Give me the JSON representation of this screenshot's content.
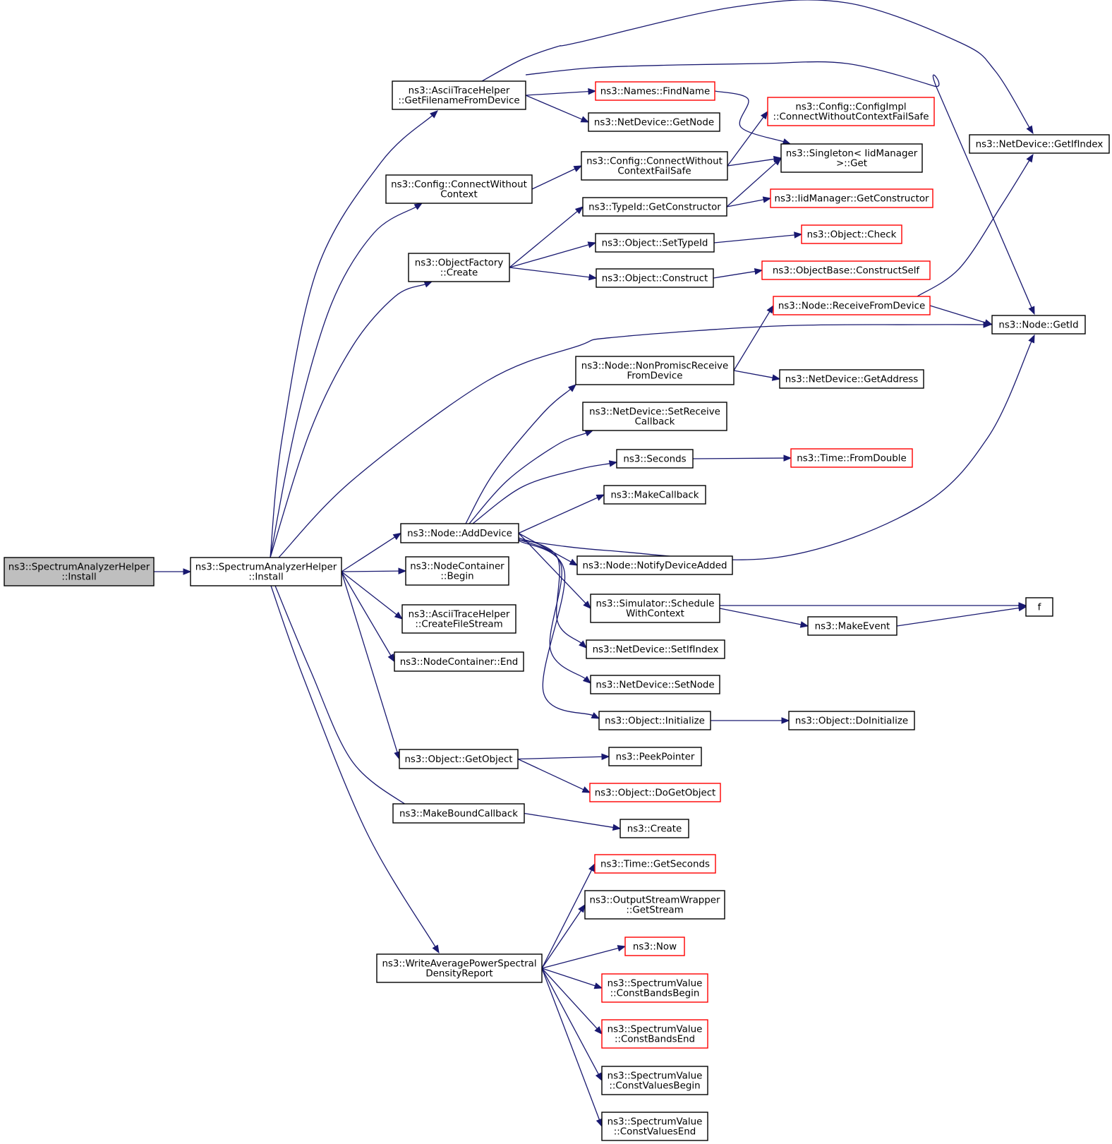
{
  "colors": {
    "edge": "#191970",
    "node_border": "#000000",
    "node_border_truncated": "#ff0000",
    "root_fill": "#bfbfbf",
    "node_fill": "#ffffff"
  },
  "nodes": [
    {
      "id": "root",
      "lines": [
        "ns3::SpectrumAnalyzerHelper",
        "::Install"
      ],
      "style": "root"
    },
    {
      "id": "install",
      "lines": [
        "ns3::SpectrumAnalyzerHelper",
        "::Install"
      ],
      "style": "normal"
    },
    {
      "id": "getfilename",
      "lines": [
        "ns3::AsciiTraceHelper",
        "::GetFilenameFromDevice"
      ],
      "style": "normal"
    },
    {
      "id": "cfgconnect",
      "lines": [
        "ns3::Config::ConnectWithout",
        "Context"
      ],
      "style": "normal"
    },
    {
      "id": "objfactory",
      "lines": [
        "ns3::ObjectFactory",
        "::Create"
      ],
      "style": "normal"
    },
    {
      "id": "nodeadddevice",
      "lines": [
        "ns3::Node::AddDevice"
      ],
      "style": "normal"
    },
    {
      "id": "ncbegin",
      "lines": [
        "ns3::NodeContainer",
        "::Begin"
      ],
      "style": "normal"
    },
    {
      "id": "createfilestream",
      "lines": [
        "ns3::AsciiTraceHelper",
        "::CreateFileStream"
      ],
      "style": "normal"
    },
    {
      "id": "ncend",
      "lines": [
        "ns3::NodeContainer::End"
      ],
      "style": "normal"
    },
    {
      "id": "getobject",
      "lines": [
        "ns3::Object::GetObject"
      ],
      "style": "normal"
    },
    {
      "id": "makebound",
      "lines": [
        "ns3::MakeBoundCallback"
      ],
      "style": "normal"
    },
    {
      "id": "writeavg",
      "lines": [
        "ns3::WriteAveragePowerSpectral",
        "DensityReport"
      ],
      "style": "normal"
    },
    {
      "id": "findname",
      "lines": [
        "ns3::Names::FindName"
      ],
      "style": "red"
    },
    {
      "id": "ndgetnode",
      "lines": [
        "ns3::NetDevice::GetNode"
      ],
      "style": "normal"
    },
    {
      "id": "cfgfailsafe",
      "lines": [
        "ns3::Config::ConnectWithout",
        "ContextFailSafe"
      ],
      "style": "normal"
    },
    {
      "id": "typeidctor",
      "lines": [
        "ns3::TypeId::GetConstructor"
      ],
      "style": "normal"
    },
    {
      "id": "settypeid",
      "lines": [
        "ns3::Object::SetTypeId"
      ],
      "style": "normal"
    },
    {
      "id": "objconstruct",
      "lines": [
        "ns3::Object::Construct"
      ],
      "style": "normal"
    },
    {
      "id": "nonpromisc",
      "lines": [
        "ns3::Node::NonPromiscReceive",
        "FromDevice"
      ],
      "style": "normal"
    },
    {
      "id": "setreceive",
      "lines": [
        "ns3::NetDevice::SetReceive",
        "Callback"
      ],
      "style": "normal"
    },
    {
      "id": "seconds",
      "lines": [
        "ns3::Seconds"
      ],
      "style": "normal"
    },
    {
      "id": "makecallback",
      "lines": [
        "ns3::MakeCallback"
      ],
      "style": "normal"
    },
    {
      "id": "notifyadded",
      "lines": [
        "ns3::Node::NotifyDeviceAdded"
      ],
      "style": "normal"
    },
    {
      "id": "schedctx",
      "lines": [
        "ns3::Simulator::Schedule",
        "WithContext"
      ],
      "style": "normal"
    },
    {
      "id": "setifindex",
      "lines": [
        "ns3::NetDevice::SetIfIndex"
      ],
      "style": "normal"
    },
    {
      "id": "setnode",
      "lines": [
        "ns3::NetDevice::SetNode"
      ],
      "style": "normal"
    },
    {
      "id": "objinit",
      "lines": [
        "ns3::Object::Initialize"
      ],
      "style": "normal"
    },
    {
      "id": "peekpointer",
      "lines": [
        "ns3::PeekPointer"
      ],
      "style": "normal"
    },
    {
      "id": "dogetobject",
      "lines": [
        "ns3::Object::DoGetObject"
      ],
      "style": "red"
    },
    {
      "id": "create",
      "lines": [
        "ns3::Create"
      ],
      "style": "normal"
    },
    {
      "id": "timegetsec",
      "lines": [
        "ns3::Time::GetSeconds"
      ],
      "style": "red"
    },
    {
      "id": "osw",
      "lines": [
        "ns3::OutputStreamWrapper",
        "::GetStream"
      ],
      "style": "normal"
    },
    {
      "id": "now",
      "lines": [
        "ns3::Now"
      ],
      "style": "red"
    },
    {
      "id": "cbbegin",
      "lines": [
        "ns3::SpectrumValue",
        "::ConstBandsBegin"
      ],
      "style": "red"
    },
    {
      "id": "cbend",
      "lines": [
        "ns3::SpectrumValue",
        "::ConstBandsEnd"
      ],
      "style": "red"
    },
    {
      "id": "cvbegin",
      "lines": [
        "ns3::SpectrumValue",
        "::ConstValuesBegin"
      ],
      "style": "normal"
    },
    {
      "id": "cvend",
      "lines": [
        "ns3::SpectrumValue",
        "::ConstValuesEnd"
      ],
      "style": "normal"
    },
    {
      "id": "cfgimpl",
      "lines": [
        "ns3::Config::ConfigImpl",
        "::ConnectWithoutContextFailSafe"
      ],
      "style": "red"
    },
    {
      "id": "singleton",
      "lines": [
        "ns3::Singleton< IidManager",
        ">::Get"
      ],
      "style": "normal"
    },
    {
      "id": "iidctor",
      "lines": [
        "ns3::IidManager::GetConstructor"
      ],
      "style": "red"
    },
    {
      "id": "objcheck",
      "lines": [
        "ns3::Object::Check"
      ],
      "style": "red"
    },
    {
      "id": "constructself",
      "lines": [
        "ns3::ObjectBase::ConstructSelf"
      ],
      "style": "red"
    },
    {
      "id": "receivefrom",
      "lines": [
        "ns3::Node::ReceiveFromDevice"
      ],
      "style": "red"
    },
    {
      "id": "getaddress",
      "lines": [
        "ns3::NetDevice::GetAddress"
      ],
      "style": "normal"
    },
    {
      "id": "fromdouble",
      "lines": [
        "ns3::Time::FromDouble"
      ],
      "style": "red"
    },
    {
      "id": "makeevent",
      "lines": [
        "ns3::MakeEvent"
      ],
      "style": "normal"
    },
    {
      "id": "doinit",
      "lines": [
        "ns3::Object::DoInitialize"
      ],
      "style": "normal"
    },
    {
      "id": "getifindex",
      "lines": [
        "ns3::NetDevice::GetIfIndex"
      ],
      "style": "normal"
    },
    {
      "id": "nodegetid",
      "lines": [
        "ns3::Node::GetId"
      ],
      "style": "normal"
    },
    {
      "id": "f",
      "lines": [
        "f"
      ],
      "style": "normal"
    }
  ],
  "edges": [
    [
      "root",
      "install"
    ],
    [
      "install",
      "getfilename"
    ],
    [
      "install",
      "cfgconnect"
    ],
    [
      "install",
      "objfactory"
    ],
    [
      "install",
      "nodegetid"
    ],
    [
      "install",
      "nodeadddevice"
    ],
    [
      "install",
      "ncbegin"
    ],
    [
      "install",
      "createfilestream"
    ],
    [
      "install",
      "ncend"
    ],
    [
      "install",
      "getobject"
    ],
    [
      "install",
      "makebound"
    ],
    [
      "install",
      "writeavg"
    ],
    [
      "getfilename",
      "getifindex"
    ],
    [
      "getfilename",
      "nodegetid"
    ],
    [
      "getfilename",
      "findname"
    ],
    [
      "getfilename",
      "ndgetnode"
    ],
    [
      "findname",
      "singleton"
    ],
    [
      "cfgconnect",
      "cfgfailsafe"
    ],
    [
      "cfgfailsafe",
      "cfgimpl"
    ],
    [
      "cfgfailsafe",
      "singleton"
    ],
    [
      "objfactory",
      "typeidctor"
    ],
    [
      "objfactory",
      "settypeid"
    ],
    [
      "objfactory",
      "objconstruct"
    ],
    [
      "typeidctor",
      "singleton"
    ],
    [
      "typeidctor",
      "iidctor"
    ],
    [
      "settypeid",
      "objcheck"
    ],
    [
      "objconstruct",
      "constructself"
    ],
    [
      "receivefrom",
      "getifindex"
    ],
    [
      "receivefrom",
      "nodegetid"
    ],
    [
      "nonpromisc",
      "receivefrom"
    ],
    [
      "nonpromisc",
      "getaddress"
    ],
    [
      "nodeadddevice",
      "nonpromisc"
    ],
    [
      "nodeadddevice",
      "setreceive"
    ],
    [
      "nodeadddevice",
      "seconds"
    ],
    [
      "nodeadddevice",
      "makecallback"
    ],
    [
      "nodeadddevice",
      "nodegetid"
    ],
    [
      "nodeadddevice",
      "notifyadded"
    ],
    [
      "nodeadddevice",
      "schedctx"
    ],
    [
      "nodeadddevice",
      "setifindex"
    ],
    [
      "nodeadddevice",
      "setnode"
    ],
    [
      "nodeadddevice",
      "objinit"
    ],
    [
      "seconds",
      "fromdouble"
    ],
    [
      "schedctx",
      "f"
    ],
    [
      "schedctx",
      "makeevent"
    ],
    [
      "makeevent",
      "f"
    ],
    [
      "objinit",
      "doinit"
    ],
    [
      "getobject",
      "peekpointer"
    ],
    [
      "getobject",
      "dogetobject"
    ],
    [
      "makebound",
      "create"
    ],
    [
      "writeavg",
      "timegetsec"
    ],
    [
      "writeavg",
      "osw"
    ],
    [
      "writeavg",
      "now"
    ],
    [
      "writeavg",
      "cbbegin"
    ],
    [
      "writeavg",
      "cbend"
    ],
    [
      "writeavg",
      "cvbegin"
    ],
    [
      "writeavg",
      "cvend"
    ]
  ]
}
